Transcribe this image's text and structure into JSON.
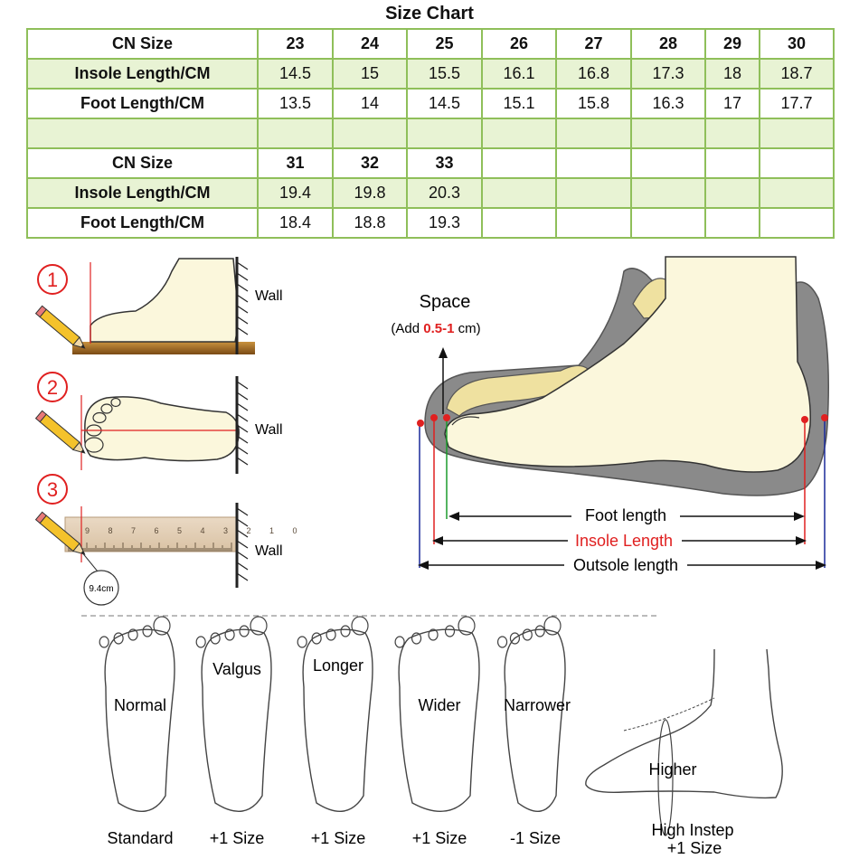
{
  "title": "Size Chart",
  "table": {
    "rows": [
      {
        "label": "CN Size",
        "cells": [
          "23",
          "24",
          "25",
          "26",
          "27",
          "28",
          "29",
          "30"
        ],
        "kind": "hdr"
      },
      {
        "label": "Insole Length/CM",
        "cells": [
          "14.5",
          "15",
          "15.5",
          "16.1",
          "16.8",
          "17.3",
          "18",
          "18.7"
        ],
        "kind": "green"
      },
      {
        "label": "Foot Length/CM",
        "cells": [
          "13.5",
          "14",
          "14.5",
          "15.1",
          "15.8",
          "16.3",
          "17",
          "17.7"
        ],
        "kind": "white"
      },
      {
        "label": "",
        "cells": [
          "",
          "",
          "",
          "",
          "",
          "",
          "",
          ""
        ],
        "kind": "green"
      },
      {
        "label": "CN Size",
        "cells": [
          "31",
          "32",
          "33",
          "",
          "",
          "",
          "",
          ""
        ],
        "kind": "hdr"
      },
      {
        "label": "Insole Length/CM",
        "cells": [
          "19.4",
          "19.8",
          "20.3",
          "",
          "",
          "",
          "",
          ""
        ],
        "kind": "green"
      },
      {
        "label": "Foot Length/CM",
        "cells": [
          "18.4",
          "18.8",
          "19.3",
          "",
          "",
          "",
          "",
          ""
        ],
        "kind": "white"
      }
    ]
  },
  "steps": {
    "step1": "1",
    "step2": "2",
    "step3": "3",
    "wall": "Wall",
    "measure": "9.4cm",
    "ruler_ticks": "9 8 7 6 5 4 3 2 1 0"
  },
  "shoe": {
    "space": "Space",
    "add_prefix": "(Add ",
    "add_value": "0.5-1",
    "add_suffix": " cm)",
    "foot_length": "Foot length",
    "insole_length": "Insole Length",
    "outsole_length": "Outsole length"
  },
  "feet": {
    "types": [
      {
        "name": "Normal",
        "size": "Standard"
      },
      {
        "name": "Valgus",
        "size": "+1 Size"
      },
      {
        "name": "Longer",
        "size": "+1 Size"
      },
      {
        "name": "Wider",
        "size": "+1 Size"
      },
      {
        "name": "Narrower",
        "size": "-1 Size"
      }
    ],
    "instep": {
      "name": "Higher",
      "size_line1": "High Instep",
      "size_line2": "+1 Size"
    }
  },
  "colors": {
    "table_border": "#8fbf5a",
    "table_green": "#e8f3d4",
    "accent_red": "#e02020",
    "foot_fill": "#fbf7dc",
    "shoe_gray": "#8a8a8a",
    "insole_yellow": "#efe1a0"
  }
}
